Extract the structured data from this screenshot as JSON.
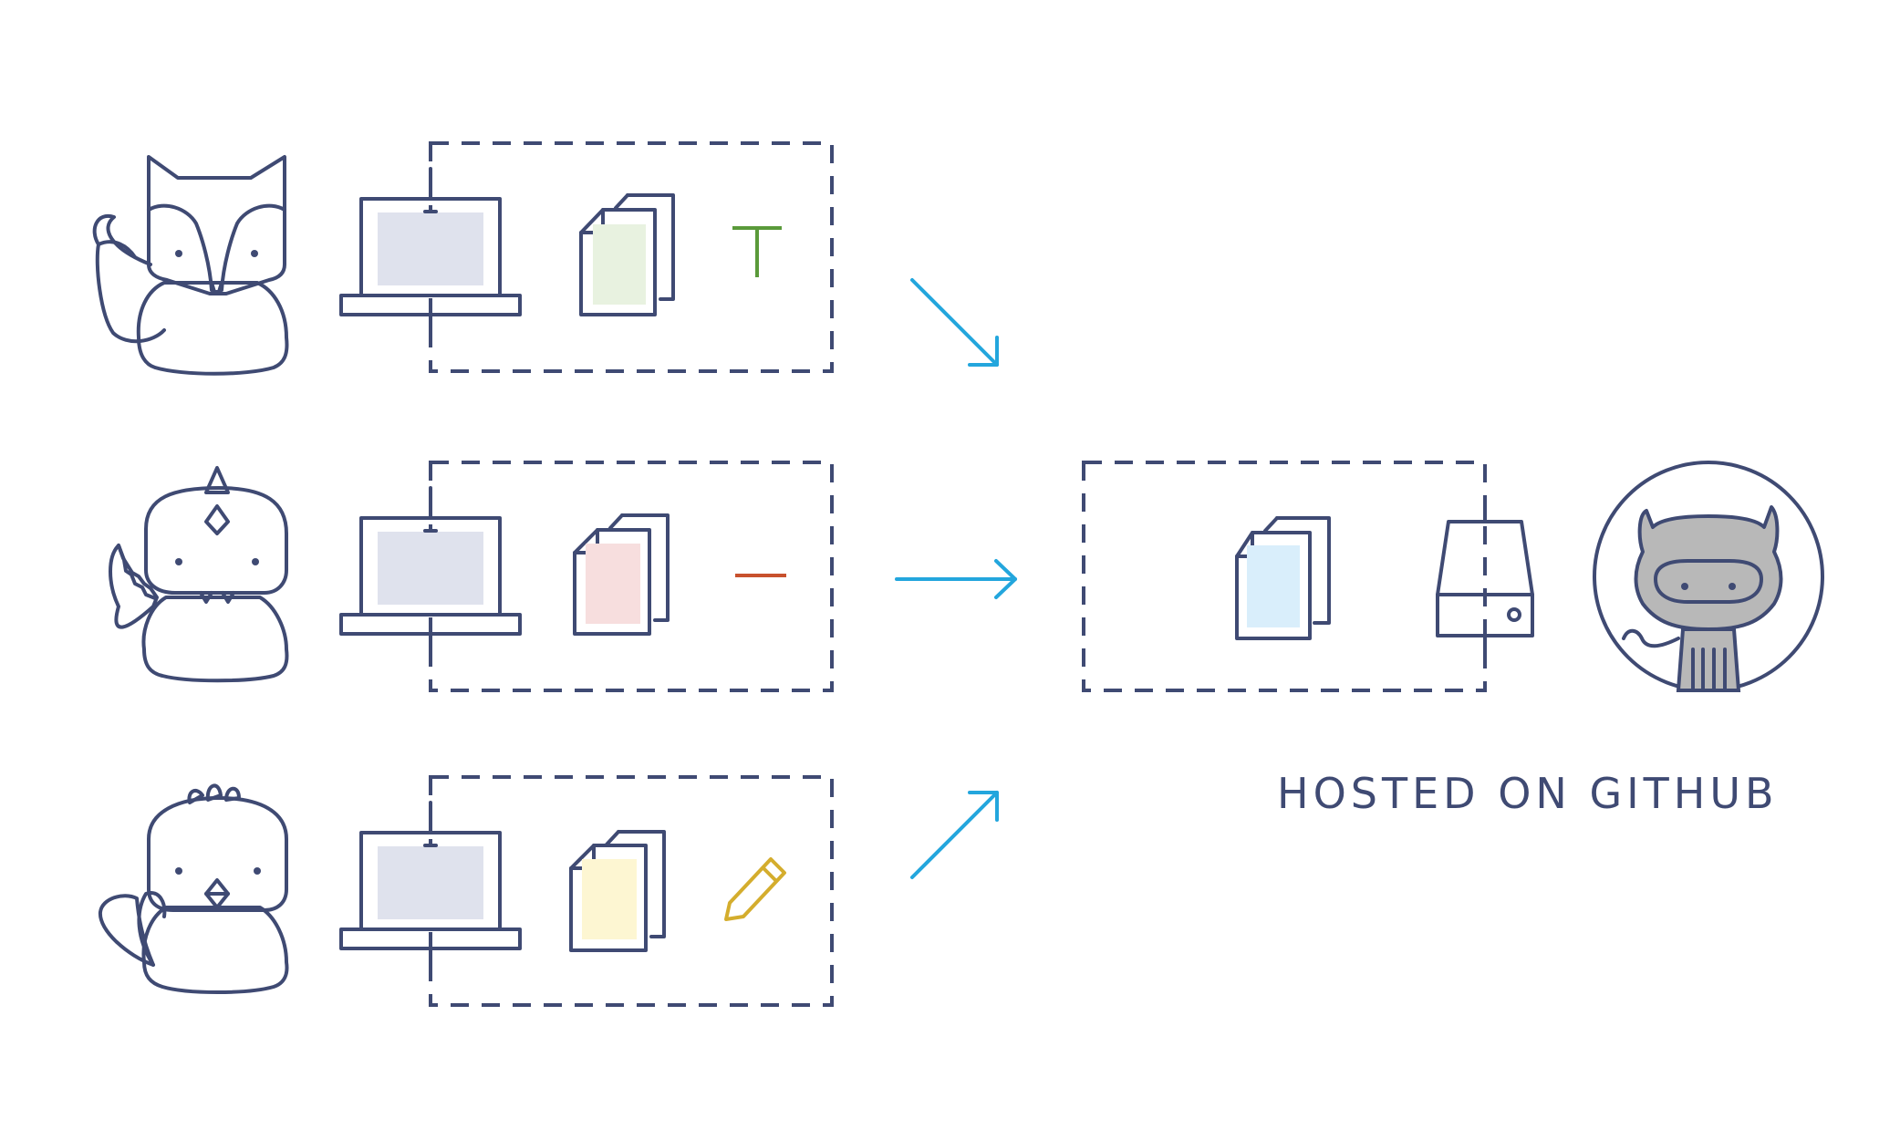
{
  "diagram": {
    "hosted_label": "HOSTED ON GITHUB",
    "contributors": [
      {
        "name": "fox",
        "action": "add",
        "icon": "plus-icon",
        "action_color": "#5a9a3a",
        "doc_fill": "#e8f2e0",
        "body_fill": "#fff7ec"
      },
      {
        "name": "dinosaur",
        "action": "remove",
        "icon": "minus-icon",
        "action_color": "#c8512d",
        "doc_fill": "#f7dede",
        "body_fill": "#f7dede"
      },
      {
        "name": "bird",
        "action": "edit",
        "icon": "pencil-icon",
        "action_color": "#d4ad2d",
        "doc_fill": "#fdf6d2",
        "body_fill": "#d9eefb"
      }
    ],
    "colors": {
      "ink": "#3f4a73",
      "arrow": "#23a6dd",
      "screen": "#dfe2ed",
      "remote_doc": "#d9eefb",
      "octocat": "#b8b8b8"
    }
  }
}
